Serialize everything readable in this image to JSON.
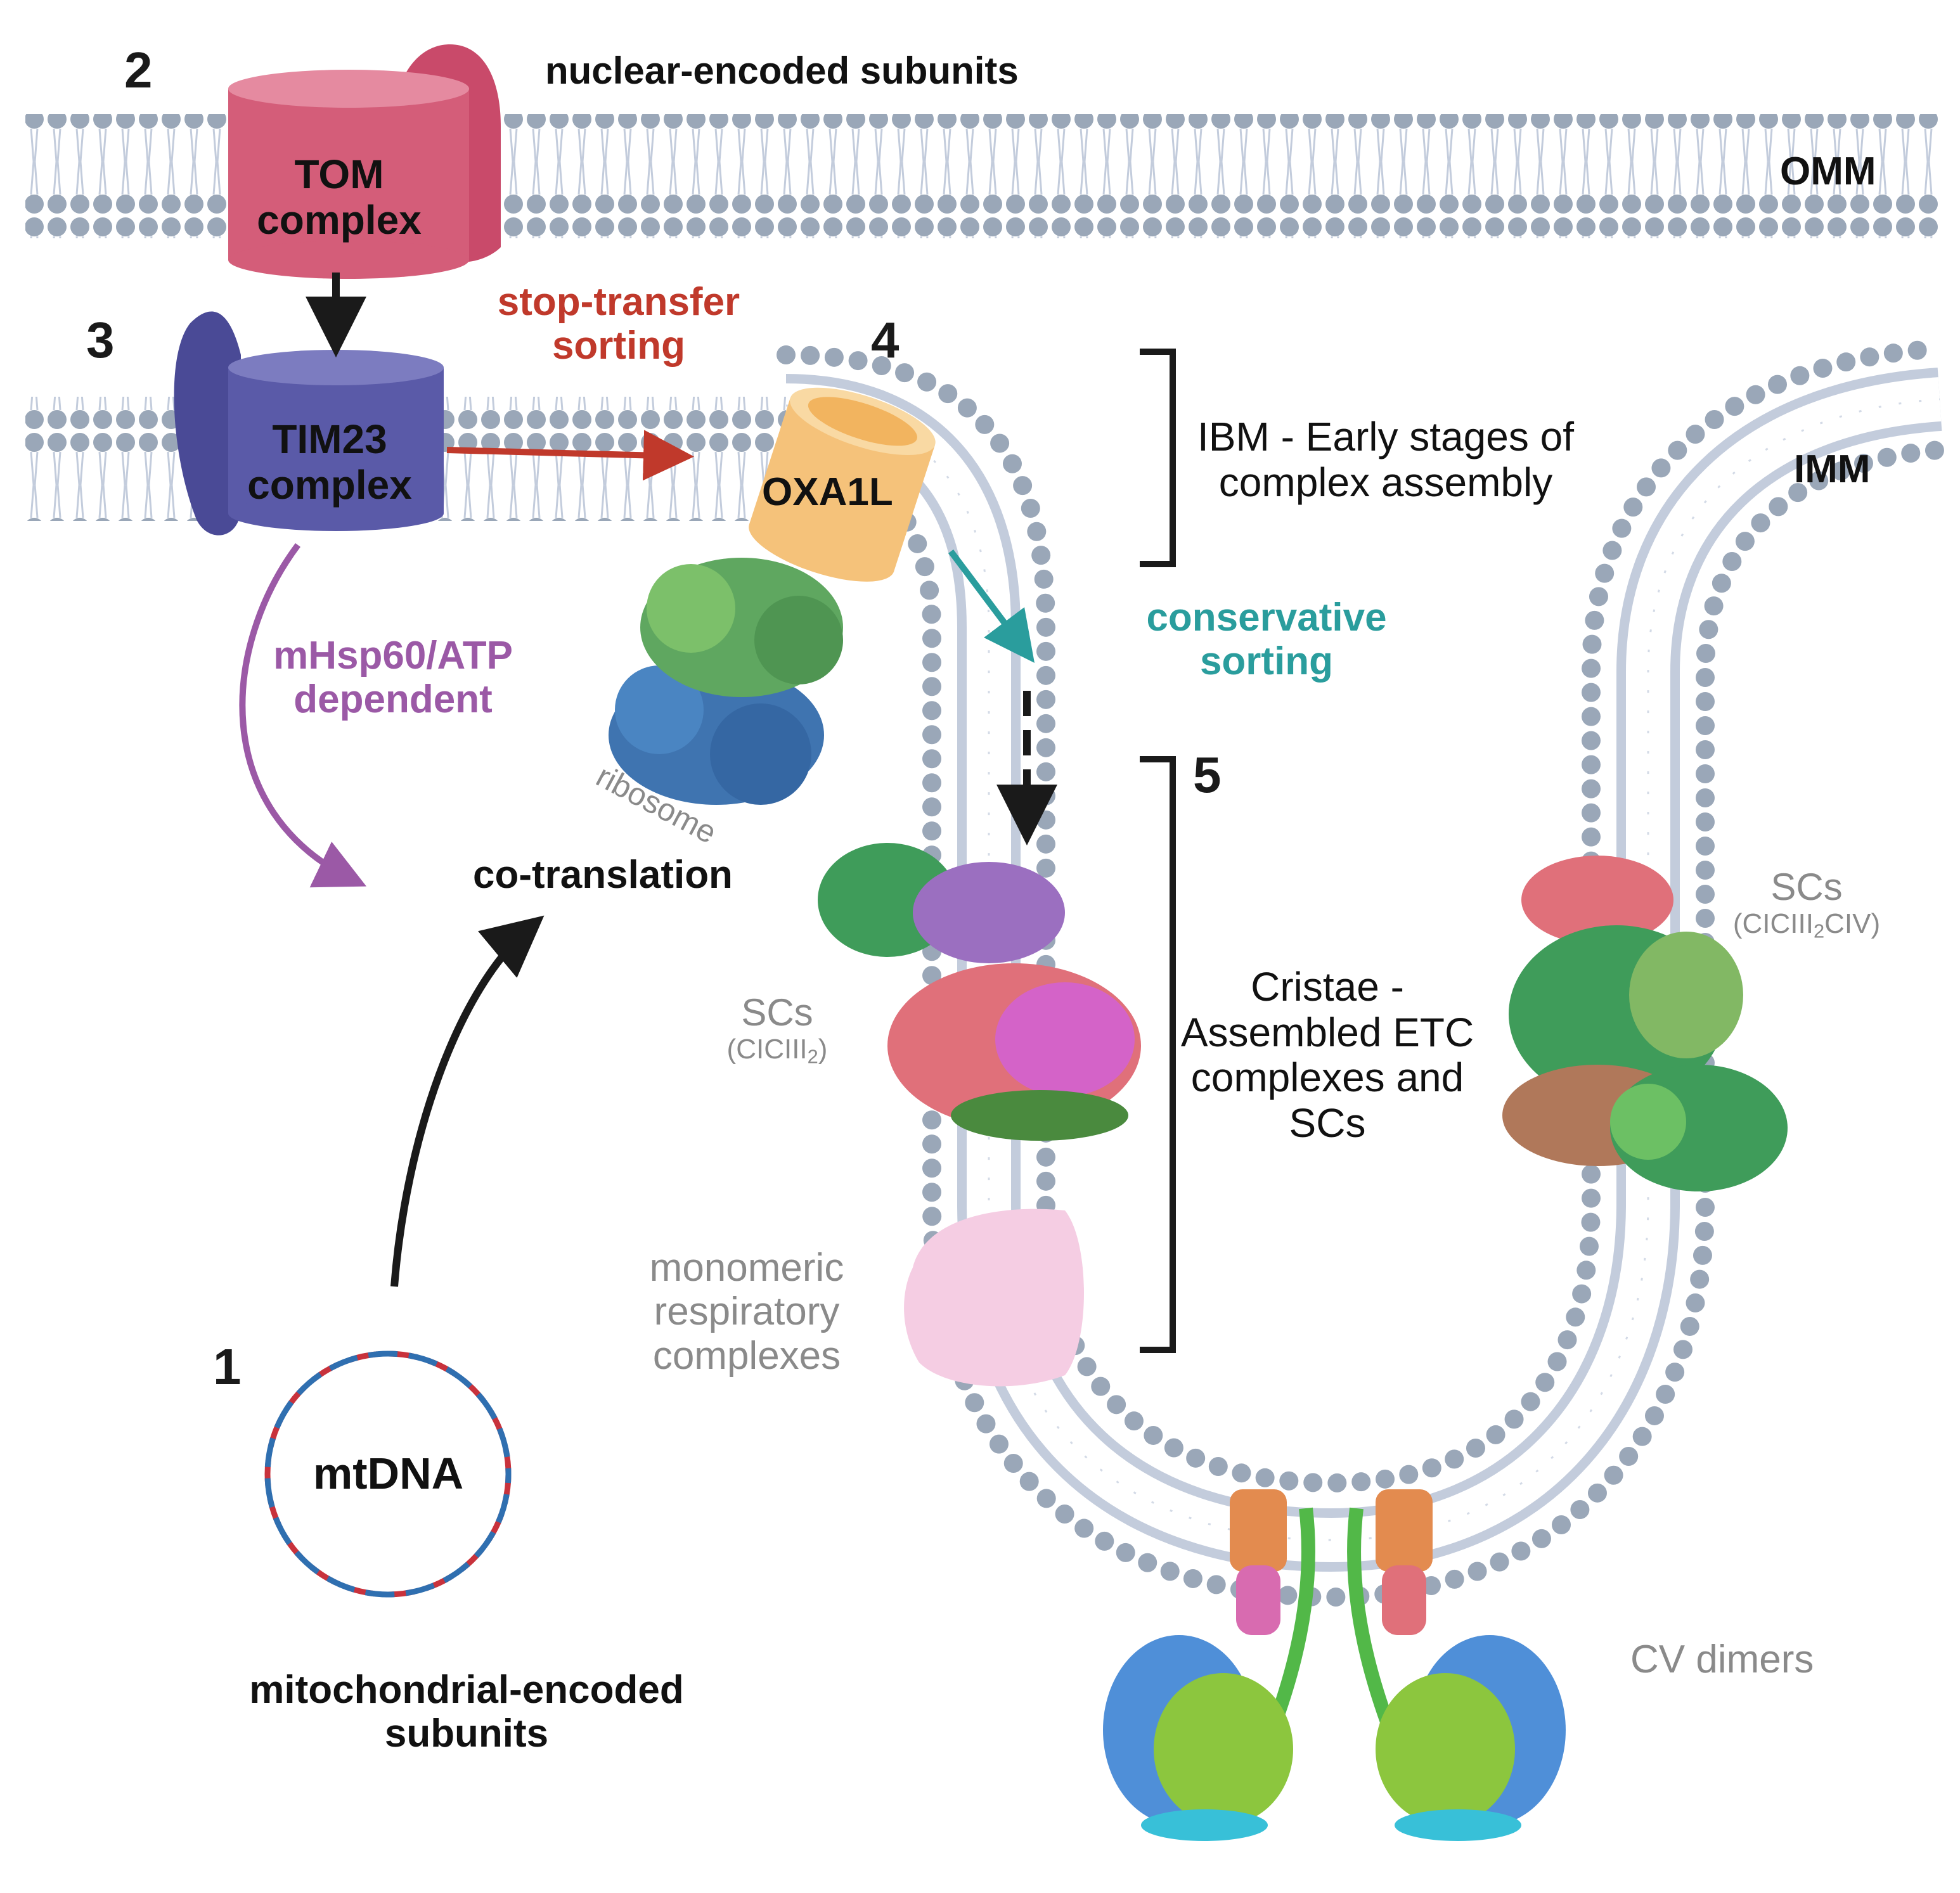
{
  "steps": {
    "s1": "1",
    "s2": "2",
    "s3": "3",
    "s4": "4",
    "s5": "5"
  },
  "labels": {
    "nuclear_encoded": "nuclear-encoded subunits",
    "omm": "OMM",
    "imm": "IMM",
    "tom_line1": "TOM",
    "tom_line2": "complex",
    "tim_line1": "TIM23",
    "tim_line2": "complex",
    "oxa1l": "OXA1L",
    "stop_transfer_line1": "stop-transfer",
    "stop_transfer_line2": "sorting",
    "mhsp_line1": "mHsp60/ATP",
    "mhsp_line2": "dependent",
    "co_translation": "co-translation",
    "ribosome": "ribosome",
    "conservative_line1": "conservative",
    "conservative_line2": "sorting",
    "ibm_line1": "IBM - Early stages of",
    "ibm_line2": "complex assembly",
    "cristae_line1": "Cristae -",
    "cristae_line2": "Assembled ETC",
    "cristae_line3": "complexes and",
    "cristae_line4": "SCs",
    "scs_left": "SCs",
    "scs_left_formula_a": "(CICIII",
    "scs_left_formula_sub": "2",
    "scs_left_formula_b": ")",
    "scs_right": "SCs",
    "scs_right_formula_a": "(CICIII",
    "scs_right_formula_sub": "2",
    "scs_right_formula_b": "CIV)",
    "monomeric_line1": "monomeric",
    "monomeric_line2": "respiratory",
    "monomeric_line3": "complexes",
    "cv_dimers": "CV dimers",
    "mtdna": "mtDNA",
    "mito_line1": "mitochondrial-encoded",
    "mito_line2": "subunits"
  },
  "colors": {
    "tom": "#d45d79",
    "tim23": "#5a5aa8",
    "oxa1l": "#f5c27a",
    "stop_transfer": "#c0392b",
    "mhsp60": "#9b59a6",
    "conservative": "#2a9d9d",
    "lipid_head": "#9aa7b8",
    "lipid_tail": "#c3ccdc",
    "label_gray": "#8a8a8a",
    "dna_red": "#c8323c",
    "dna_blue": "#2f6fb0"
  }
}
